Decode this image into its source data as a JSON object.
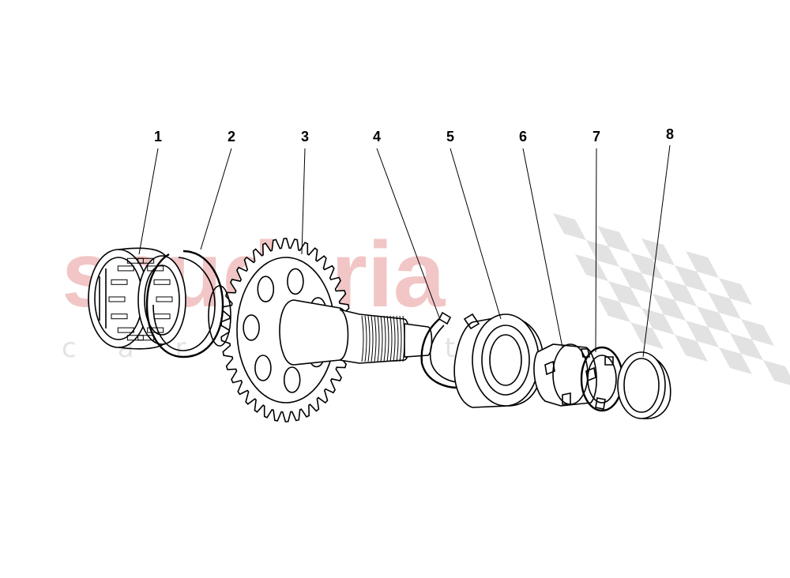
{
  "watermark": {
    "brand": "scuderia",
    "sub": "car parts",
    "color": "#f2c6c6",
    "checker_color": "#d9d9d9"
  },
  "callouts": [
    {
      "label": "1",
      "part": "roller-bearing"
    },
    {
      "label": "2",
      "part": "snap-ring"
    },
    {
      "label": "3",
      "part": "gear-shaft"
    },
    {
      "label": "4",
      "part": "circlip"
    },
    {
      "label": "5",
      "part": "ball-bearing"
    },
    {
      "label": "6",
      "part": "ring-nut"
    },
    {
      "label": "7",
      "part": "lock-washer"
    },
    {
      "label": "8",
      "part": "seal-ring"
    }
  ]
}
